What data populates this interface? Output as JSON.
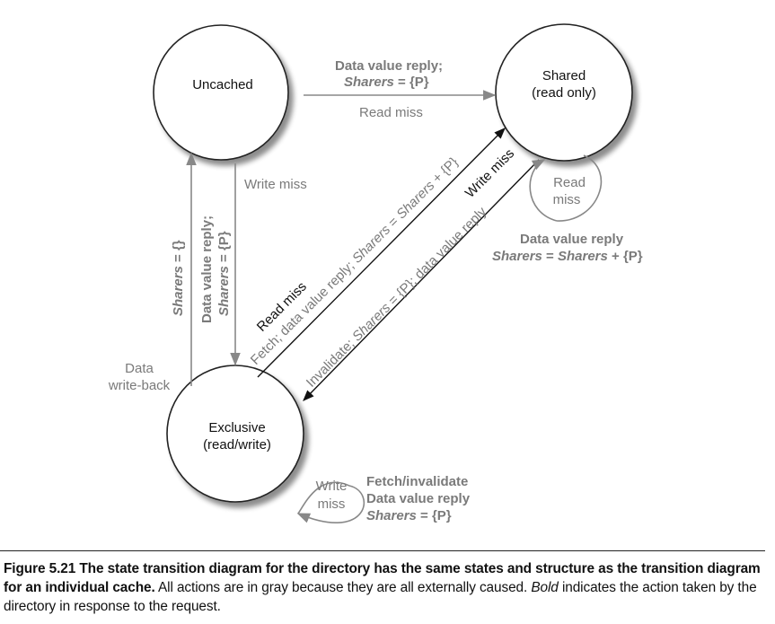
{
  "states": {
    "uncached": {
      "label": "Uncached"
    },
    "shared": {
      "line1": "Shared",
      "line2": "(read only)"
    },
    "exclusive": {
      "line1": "Exclusive",
      "line2": "(read/write)"
    }
  },
  "transitions": {
    "uncached_to_shared": {
      "reply_bold": "Data value reply;",
      "reply_sharers": "Sharers",
      "reply_rest": " = {P}",
      "trigger": "Read miss"
    },
    "uncached_to_exclusive": {
      "trigger": "Write miss",
      "reply_bold": "Data value reply;",
      "reply_sharers": "Sharers",
      "reply_rest": " = {P}"
    },
    "exclusive_to_uncached": {
      "action_sharers": "Sharers",
      "action_rest": " = {}",
      "trigger_line1": "Data",
      "trigger_line2": "write-back"
    },
    "exclusive_to_shared": {
      "trigger": "Read miss",
      "action_a": "Fetch; data value reply; ",
      "action_b": "Sharers",
      "action_c": " = ",
      "action_d": "Sharers",
      "action_e": " + {P}"
    },
    "shared_to_exclusive": {
      "trigger": "Write miss",
      "action_a": "Invalidate; ",
      "action_b": "Sharers",
      "action_c": " = {P}; data value reply"
    },
    "shared_self": {
      "trigger_line1": "Read",
      "trigger_line2": "miss",
      "reply_bold": "Data value reply",
      "reply_sharers_a": "Sharers",
      "reply_mid": " = ",
      "reply_sharers_b": "Sharers",
      "reply_rest": " + {P}"
    },
    "exclusive_self": {
      "trigger_line1": "Write",
      "trigger_line2": "miss",
      "action1": "Fetch/invalidate",
      "action2": "Data value reply",
      "action3_sharers": "Sharers",
      "action3_rest": " = {P}"
    }
  },
  "caption": {
    "figure": "Figure 5.21",
    "bold_text": "  The state transition diagram for the directory has the same states and structure as the transition diagram for an individual cache.",
    "text1": " All actions are in gray because they are all externally caused. ",
    "italic_word": "Bold",
    "text2": " indicates the action taken by the directory in response to the request."
  }
}
